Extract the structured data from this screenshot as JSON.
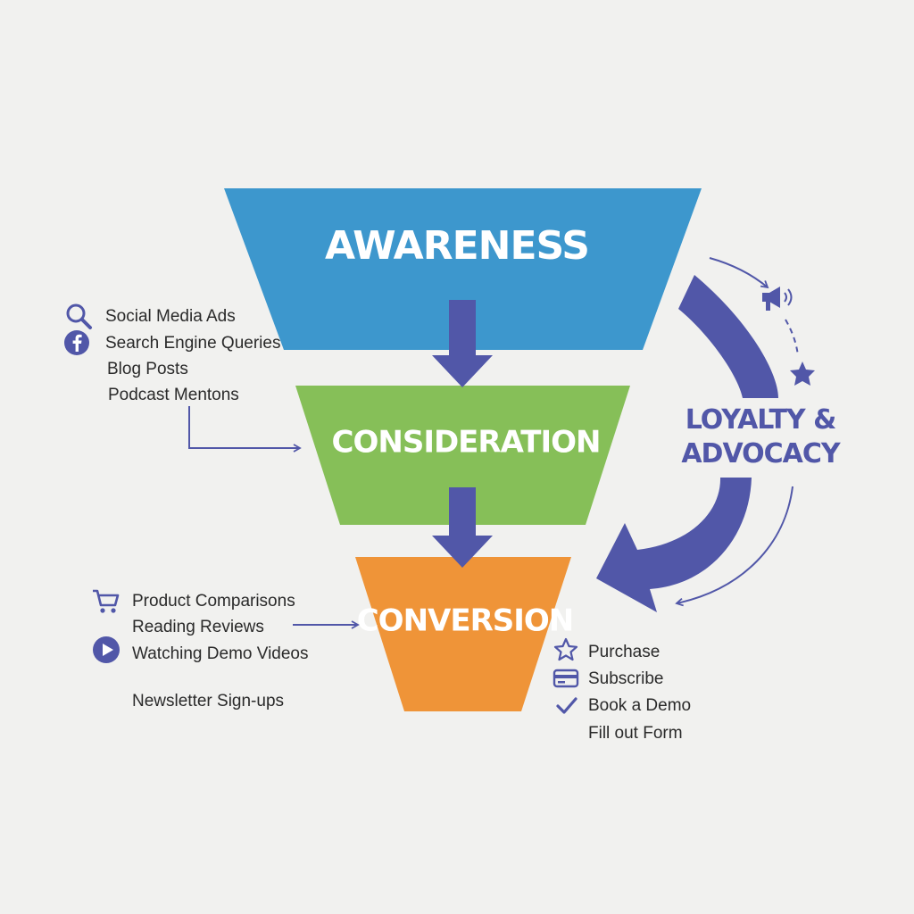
{
  "colors": {
    "background": "#f1f1ef",
    "awareness": "#3d97cd",
    "consideration": "#86bf58",
    "conversion": "#ef9438",
    "accent": "#5157a8",
    "text": "#2a2a2a"
  },
  "stages": {
    "awareness": "AWARENESS",
    "consideration": "CONSIDERATION",
    "conversion": "CONVERSION"
  },
  "loyalty": {
    "line1": "LOYALTY &",
    "line2": "ADVOCACY"
  },
  "awareness_channels": {
    "items": [
      "Social Media Ads",
      "Search Engine Queries",
      "Blog Posts",
      "Podcast Mentons"
    ],
    "icons": [
      "search-icon",
      "facebook-icon"
    ]
  },
  "consideration_activities": {
    "items": [
      "Product Comparisons",
      "Reading Reviews",
      "Watching Demo Videos",
      "Newsletter Sign-ups"
    ],
    "icons": [
      "cart-icon",
      "play-icon"
    ]
  },
  "conversion_actions": {
    "items": [
      "Purchase",
      "Subscribe",
      "Book a Demo",
      "Fill out Form"
    ],
    "icons": [
      "star-outline-icon",
      "credit-card-icon",
      "checkmark-icon"
    ]
  },
  "loyalty_icons": [
    "megaphone-icon",
    "star-icon"
  ]
}
